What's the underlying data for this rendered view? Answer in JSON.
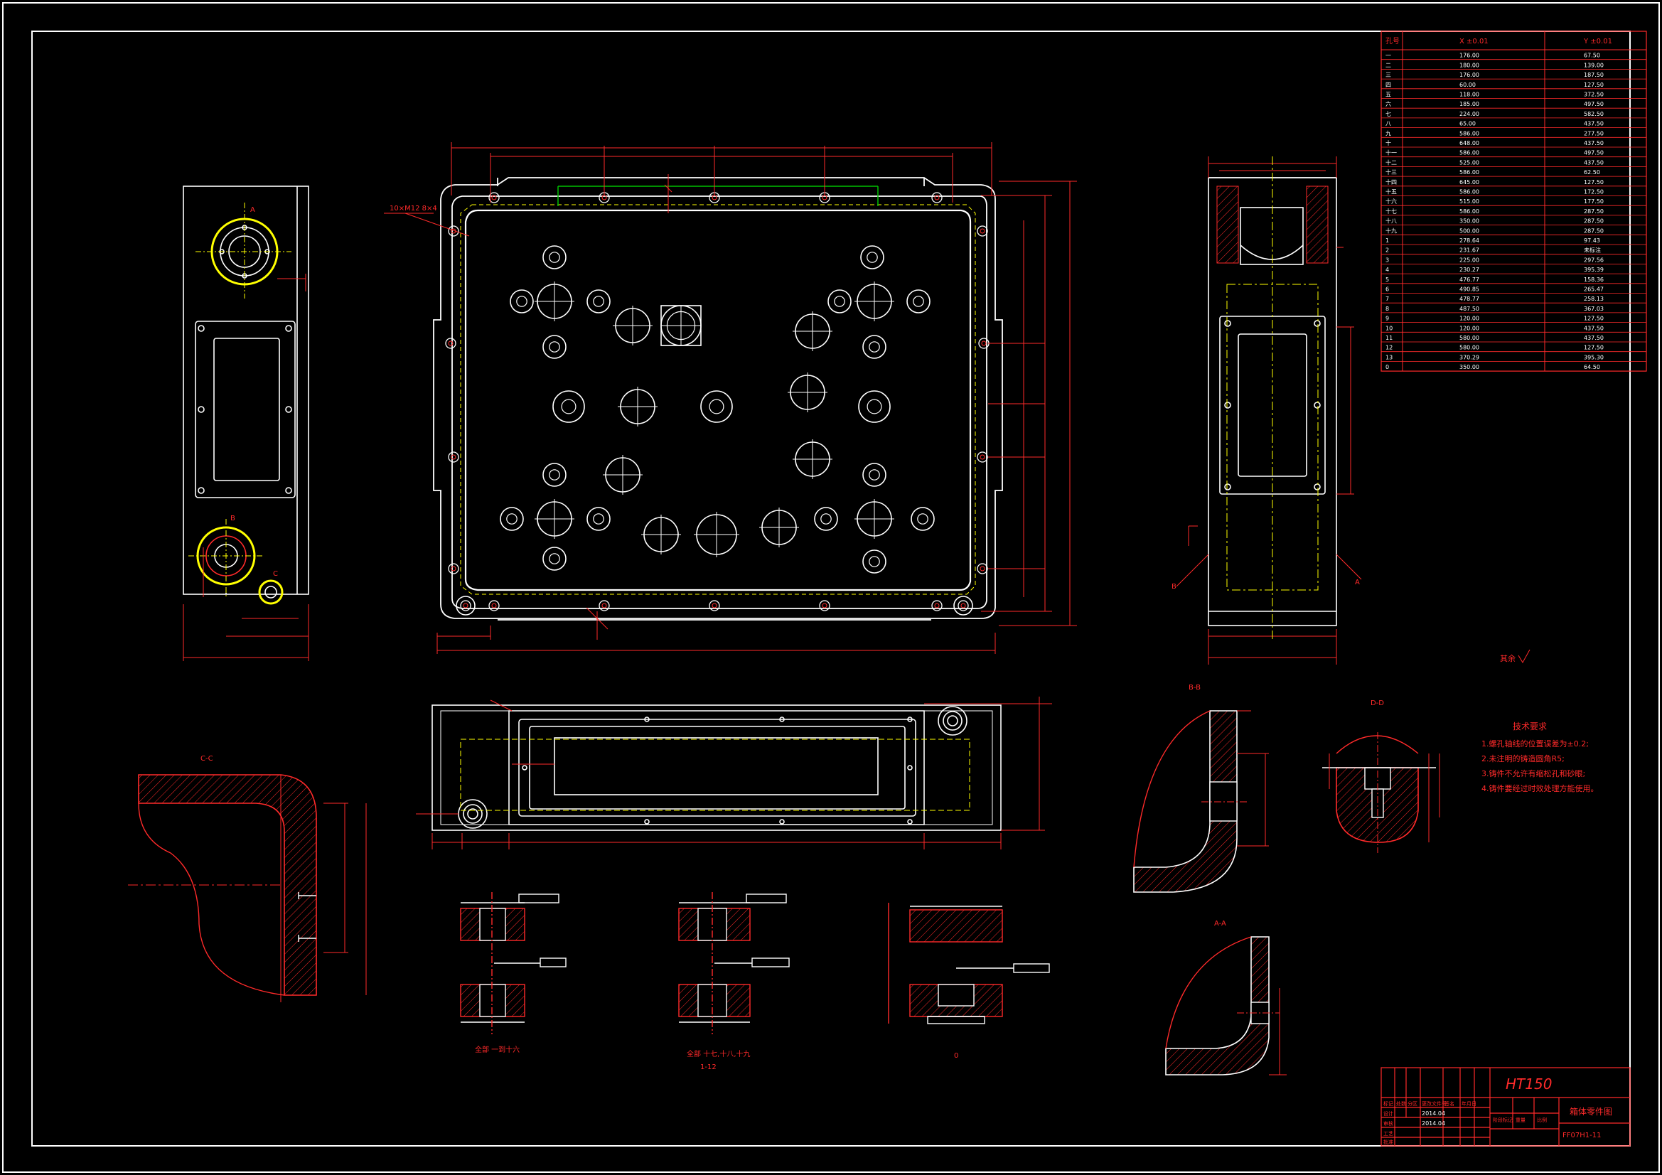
{
  "coord_table": {
    "headers": [
      "孔号",
      "X ±0.01",
      "Y ±0.01"
    ],
    "rows": [
      [
        "一",
        "176.00",
        "67.50"
      ],
      [
        "二",
        "180.00",
        "139.00"
      ],
      [
        "三",
        "176.00",
        "187.50"
      ],
      [
        "四",
        "60.00",
        "127.50"
      ],
      [
        "五",
        "118.00",
        "372.50"
      ],
      [
        "六",
        "185.00",
        "497.50"
      ],
      [
        "七",
        "224.00",
        "582.50"
      ],
      [
        "八",
        "65.00",
        "437.50"
      ],
      [
        "九",
        "586.00",
        "277.50"
      ],
      [
        "十",
        "648.00",
        "437.50"
      ],
      [
        "十一",
        "586.00",
        "497.50"
      ],
      [
        "十二",
        "525.00",
        "437.50"
      ],
      [
        "十三",
        "586.00",
        "62.50"
      ],
      [
        "十四",
        "645.00",
        "127.50"
      ],
      [
        "十五",
        "586.00",
        "172.50"
      ],
      [
        "十六",
        "515.00",
        "177.50"
      ],
      [
        "十七",
        "586.00",
        "287.50"
      ],
      [
        "十八",
        "350.00",
        "287.50"
      ],
      [
        "十九",
        "500.00",
        "287.50"
      ],
      [
        "1",
        "278.64",
        "97.43"
      ],
      [
        "2",
        "231.67",
        "未标注"
      ],
      [
        "3",
        "225.00",
        "297.56"
      ],
      [
        "4",
        "230.27",
        "395.39"
      ],
      [
        "5",
        "476.77",
        "158.36"
      ],
      [
        "6",
        "490.85",
        "265.47"
      ],
      [
        "7",
        "478.77",
        "258.13"
      ],
      [
        "8",
        "487.50",
        "367.03"
      ],
      [
        "9",
        "120.00",
        "127.50"
      ],
      [
        "10",
        "120.00",
        "437.50"
      ],
      [
        "11",
        "580.00",
        "437.50"
      ],
      [
        "12",
        "580.00",
        "127.50"
      ],
      [
        "13",
        "370.29",
        "395.30"
      ],
      [
        "0",
        "350.00",
        "64.50"
      ]
    ]
  },
  "roughness": "其余",
  "tech_requirements": {
    "title": "技术要求",
    "items": [
      "1.螺孔轴线的位置误差为±0.2;",
      "2.未注明的铸造圆角R5;",
      "3.铸件不允许有缩松孔和砂眼;",
      "4.铸件要经过时效处理方能使用。"
    ]
  },
  "section_labels": {
    "c_c": "C-C",
    "d_d": "D-D",
    "b_b": "B-B",
    "a_a": "A-A",
    "s1": "全部 一到十六",
    "s2": "全部 十七,十八,十九",
    "s2b": "1-12",
    "s3": "0",
    "view_a": "A",
    "view_b": "B",
    "view_c": "C",
    "hole_note": "10×M12\n  8×4"
  },
  "title_block": {
    "material": "HT150",
    "part_name": "箱体零件图",
    "drawing_no": "FF07H1-11",
    "designer_date": "2014.04",
    "checker_date": "2014.04",
    "labels": [
      "标记",
      "处数",
      "分区",
      "更改文件号",
      "签名",
      "年月日",
      "设计",
      "审核",
      "工艺",
      "批准",
      "阶段标记",
      "重量",
      "比例"
    ]
  },
  "colors": {
    "line": "#ffffff",
    "dim": "#ff2a2a",
    "center": "#ffff00",
    "hatch": "#ff2a2a",
    "ring": "#ffff00",
    "green": "#00c000"
  }
}
